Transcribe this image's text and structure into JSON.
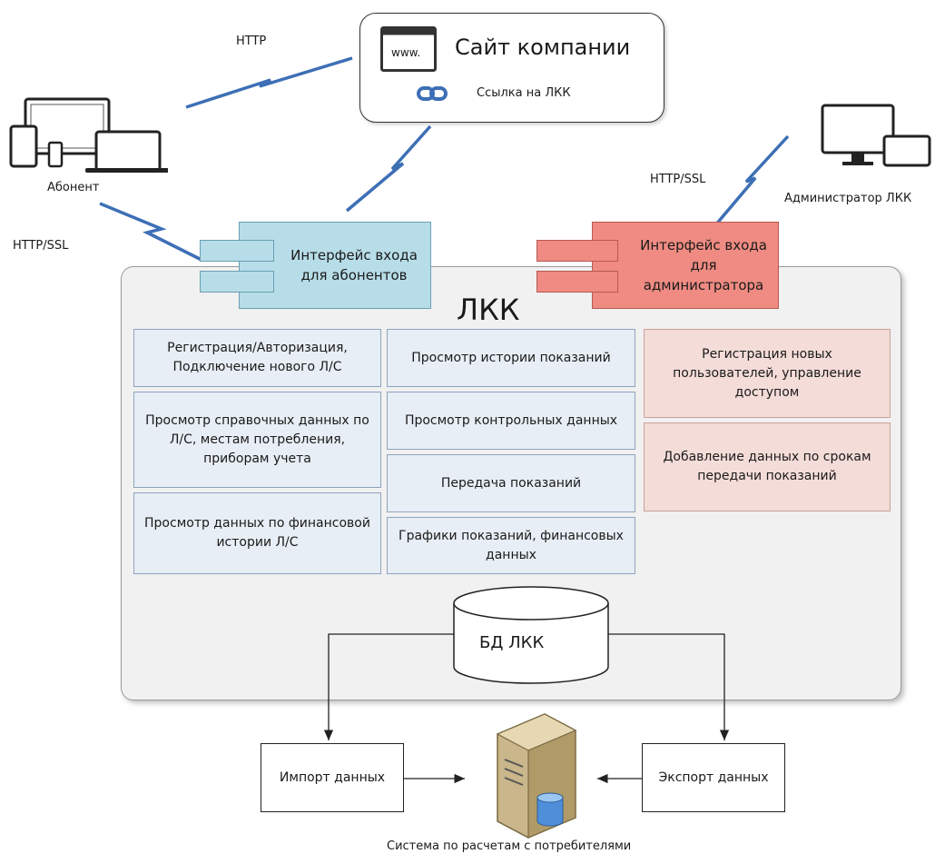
{
  "site": {
    "title": "Сайт компании",
    "url_text": "www.",
    "link_label": "Ссылка на ЛКК"
  },
  "protocols": {
    "http": "HTTP",
    "https_left": "HTTP/SSL",
    "https_right": "HTTP/SSL"
  },
  "actors": {
    "subscriber": "Абонент",
    "admin": "Администратор ЛКК"
  },
  "interfaces": {
    "subscriber": "Интерфейс входа для абонентов",
    "admin": "Интерфейс входа для администратора"
  },
  "lkk": {
    "title": "ЛКК",
    "col1": [
      "Регистрация/Авторизация, Подключение нового Л/С",
      "Просмотр справочных данных по Л/С, местам потребления, приборам учета",
      "Просмотр данных по финансовой истории Л/С"
    ],
    "col2": [
      "Просмотр истории показаний",
      "Просмотр контрольных данных",
      "Передача показаний",
      "Графики показаний, финансовых данных"
    ],
    "col3": [
      "Регистрация новых пользователей, управление доступом",
      "Добавление данных по срокам передачи показаний"
    ],
    "db": "БД ЛКК"
  },
  "import_label": "Импорт данных",
  "export_label": "Экспорт данных",
  "system_label": "Система по расчетам с потребителями",
  "colors": {
    "interface_blue": "#b7dde8",
    "interface_red": "#ef8b82",
    "panel": "#f1f1f1",
    "lightning": "#3d6fb5"
  }
}
